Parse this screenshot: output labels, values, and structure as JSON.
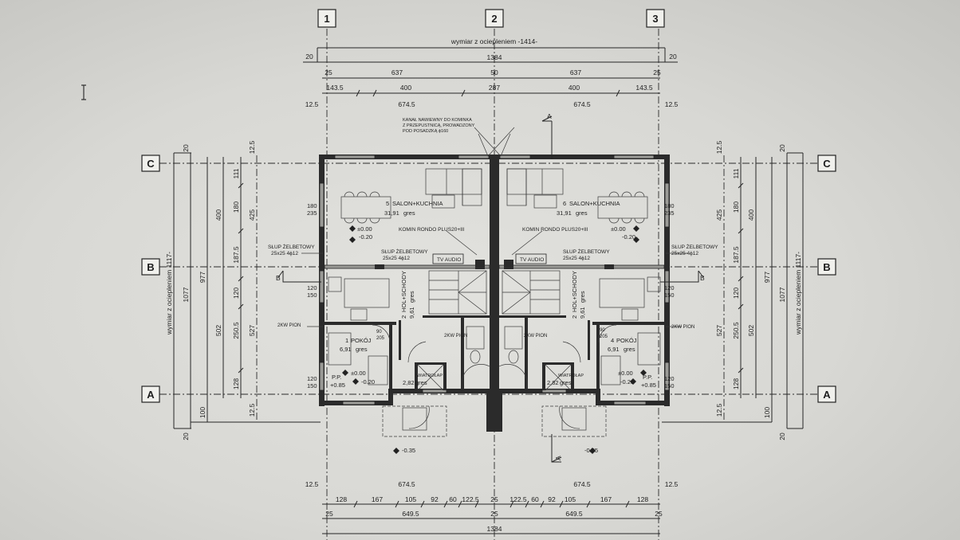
{
  "grid": {
    "columns": [
      "1",
      "2",
      "3"
    ],
    "rows": [
      "C",
      "B",
      "A"
    ]
  },
  "dimensions": {
    "top_overall_label": "wymiar z ociepleniem -1414-",
    "top_total": "1384",
    "top_edge": [
      "20",
      "20"
    ],
    "top_row1": [
      "25",
      "637",
      "50",
      "637",
      "25"
    ],
    "top_row2": [
      "143.5",
      "400",
      "287",
      "400",
      "143.5"
    ],
    "top_row3": [
      "12.5",
      "674.5",
      "674.5",
      "12.5"
    ],
    "bottom_row1": [
      "12.5",
      "674.5",
      "674.5",
      "12.5"
    ],
    "bottom_row2": [
      "128",
      "167",
      "105",
      "92",
      "60",
      "122.5",
      "25",
      "122.5",
      "60",
      "92",
      "105",
      "167",
      "128"
    ],
    "bottom_row3": [
      "25",
      "649.5",
      "25",
      "649.5",
      "25"
    ],
    "bottom_total": "1384",
    "side_overall_label": "wymiar z ociepleniem 1117-",
    "side_total": "1077",
    "side_inner": "977",
    "side_edge": [
      "20",
      "20"
    ],
    "side_offset": "100",
    "side_row1": [
      "400",
      "502"
    ],
    "side_row2": [
      "111",
      "180",
      "187.5",
      "120",
      "250.5",
      "128"
    ],
    "side_row3": [
      "12.5",
      "425",
      "527",
      "12.5"
    ]
  },
  "rooms": {
    "left_living": {
      "number": "5",
      "name": "SALON+KUCHNIA",
      "area": "31,91",
      "floor": "gres"
    },
    "right_living": {
      "number": "6",
      "name": "SALON+KUCHNIA",
      "area": "31,91",
      "floor": "gres"
    },
    "left_hall": {
      "number": "2",
      "name": "HOL+SCHODY",
      "area": "9,61",
      "floor": "gres"
    },
    "right_hall": {
      "number": "2",
      "name": "HOL+SCHODY",
      "area": "9,61",
      "floor": "gres"
    },
    "left_room": {
      "number": "1",
      "name": "POKÓJ",
      "area": "6,91",
      "floor": "gres"
    },
    "right_room": {
      "number": "4",
      "name": "POKÓJ",
      "area": "6,91",
      "floor": "gres"
    },
    "left_vestibule": {
      "name": "WIATROŁAP",
      "area": "2,82",
      "floor": "gres"
    },
    "right_vestibule": {
      "name": "WIATROŁAP",
      "area": "2,82",
      "floor": "gres"
    }
  },
  "annotations": {
    "air_duct": [
      "KANAŁ NAWIEWNY DO KOMINKA",
      "Z PRZEPUSTNICĄ, PROWADZONY",
      "POD POSADZKĄ ϕ160"
    ],
    "chimney": "KOMIN RONDO PLUS20+III",
    "column": [
      "SŁUP ŻELBETOWY",
      "25x25 4ϕ12"
    ],
    "tv": "TV AUDIO",
    "vent": "2KW PION",
    "level_floor": "±0.00",
    "level_minus020": "-0.20",
    "level_minus035": "-0.35",
    "pp_label": "P.P.",
    "pp_value": "+0.85",
    "window_large": [
      "180",
      "235"
    ],
    "window_small": [
      "120",
      "150"
    ],
    "section_a": "A",
    "section_b": "B",
    "door": [
      "90",
      "205"
    ]
  }
}
